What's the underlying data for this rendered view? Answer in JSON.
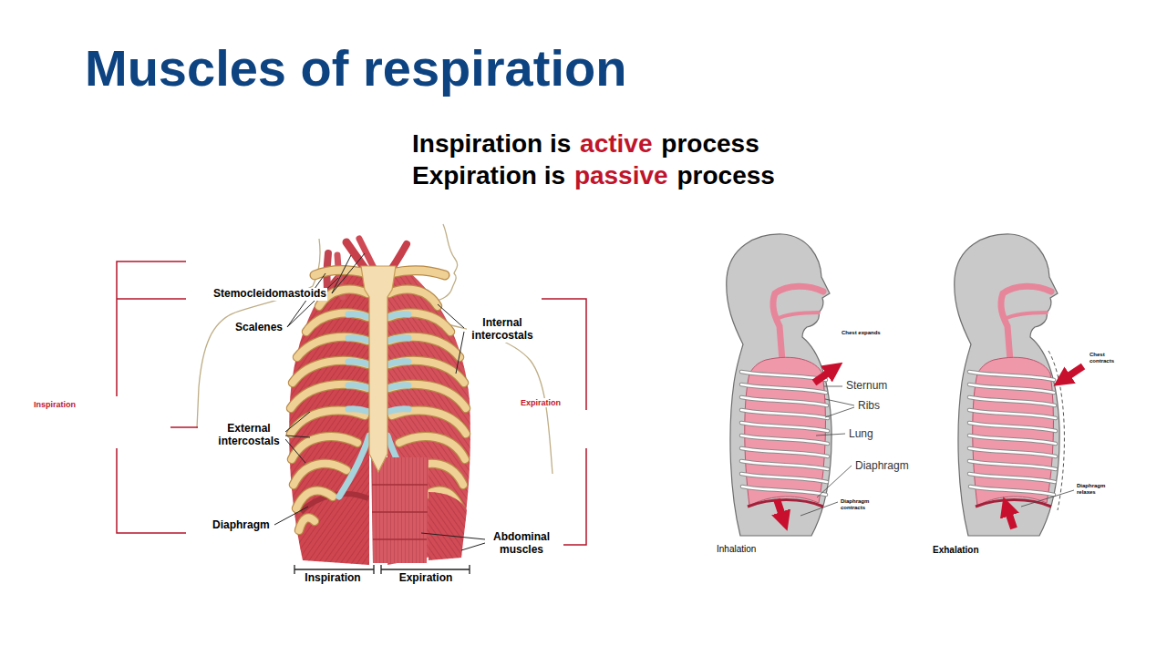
{
  "diagram": {
    "title": "Muscles of respiration",
    "labels": [
      "Inspiration is",
      "active",
      "process",
      "Expiration is",
      "passive",
      "process",
      "Inspiration",
      "Stemocleidomastoids",
      "Scalenes",
      "External intercostals",
      "Diaphragm",
      "Internal intercostals",
      "Abdominal muscles",
      "Expiration",
      "Inspiration",
      "Expiration",
      "Chest expands",
      "Sternum",
      "Ribs",
      "Lung",
      "Diaphragm",
      "Diaphragm contracts",
      "Inhalation",
      "Chest contracts",
      "Diaphragm relaxes",
      "Exhalation"
    ]
  }
}
